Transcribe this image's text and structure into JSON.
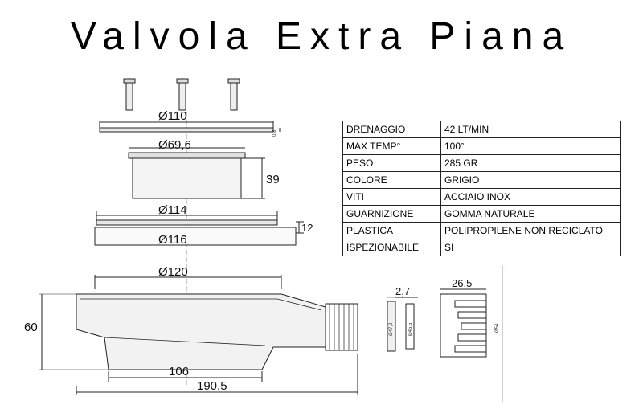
{
  "title": "Valvola Extra Piana",
  "dimensions": {
    "d110": "Ø110",
    "cap_small": "0.8",
    "d69": "Ø69,6",
    "h39": "39",
    "d114": "Ø114",
    "h12": "12",
    "d116": "Ø116",
    "d120": "Ø120",
    "h60": "60",
    "w106": "106",
    "w190": "190.5",
    "w2_7": "2,7",
    "w26_5": "26,5",
    "d47": "Ø47,2",
    "d45": "Ø45,5",
    "d54": "Ø54"
  },
  "specs": [
    {
      "label": "DRENAGGIO",
      "value": "42 LT/MIN"
    },
    {
      "label": "MAX TEMP°",
      "value": "100°"
    },
    {
      "label": "PESO",
      "value": "285 GR"
    },
    {
      "label": "COLORE",
      "value": "GRIGIO"
    },
    {
      "label": "VITI",
      "value": "ACCIAIO INOX"
    },
    {
      "label": "GUARNIZIONE",
      "value": "GOMMA NATURALE"
    },
    {
      "label": "PLASTICA",
      "value": "POLIPROPILENE NON RECICLATO"
    },
    {
      "label": "ISPEZIONABILE",
      "value": "SI"
    }
  ]
}
